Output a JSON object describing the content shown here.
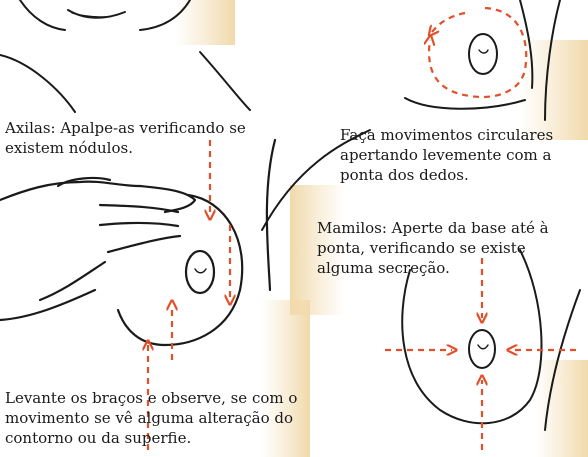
{
  "captions": {
    "axilas": "Axilas: Apalpe-as verificando se existem nódulos.",
    "circulares": "Faça movimentos circulares apertando levemente com a ponta dos dedos.",
    "mamilos": "Mamilos: Aperte da base até à ponta, verificando se existe alguma secreção.",
    "levante": "Levante os braços e observe, se com o movimento se vê alguma alteração do contorno ou da superfie."
  },
  "colors": {
    "line": "#1a1a1a",
    "arrow": "#e0502a",
    "shade": "#f3dfb8",
    "background": "#ffffff"
  }
}
